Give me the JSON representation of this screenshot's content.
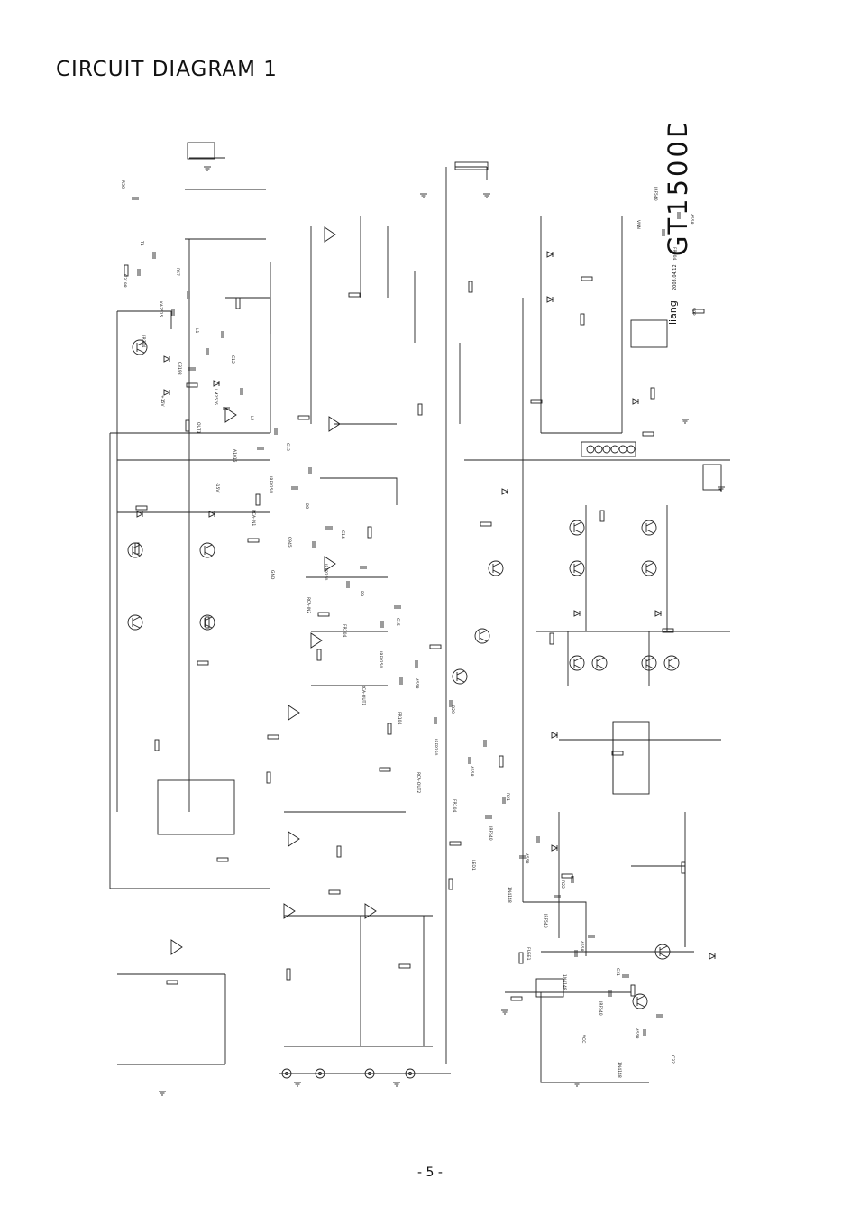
{
  "page": {
    "title": "CIRCUIT DIAGRAM 1",
    "page_number": "- 5 -"
  },
  "schematic": {
    "model": "GT1500D",
    "author": "liang",
    "date": "2003.04.12",
    "rails": [
      "VCC",
      "VNN",
      "VPP",
      "+15V",
      "-15V",
      "GND"
    ],
    "ic_labels": [
      "4558",
      "4558",
      "4558",
      "4558",
      "4558",
      "4558",
      "KA3525",
      "LM2576"
    ],
    "transistor_labels": [
      "IRFP250",
      "IRFP250",
      "IRFP250",
      "IRFP250",
      "IRF540",
      "IRF540",
      "IRF540",
      "IRF540",
      "C3198",
      "C3198",
      "A1015",
      "C945"
    ],
    "diode_labels": [
      "FR104",
      "FR104",
      "FR104",
      "1N4148",
      "1N4148",
      "1N4148",
      "FR304",
      "FR304"
    ],
    "connector_labels": [
      "OUT1",
      "RCA-IN1",
      "RCA-IN2",
      "RCA-OUT1",
      "RCA-OUT2",
      "LED1",
      "FUSE1"
    ],
    "component_labels": [
      "R56",
      "R57",
      "C12",
      "C13",
      "C14",
      "C15",
      "R20",
      "R21",
      "R22",
      "C31",
      "C32",
      "T1",
      "L1",
      "L2",
      "R8",
      "R9"
    ]
  }
}
